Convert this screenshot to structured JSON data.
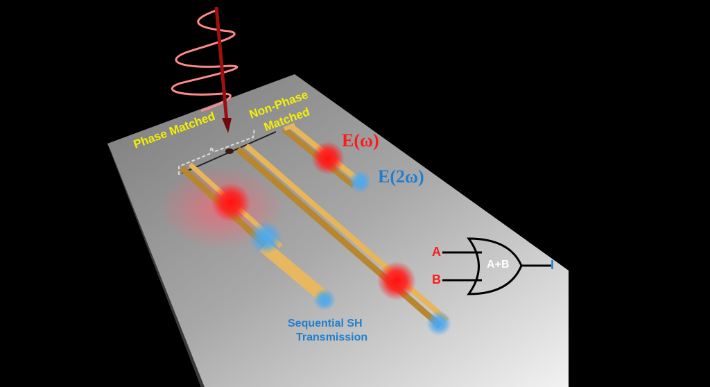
{
  "labels": {
    "phase_matched": "Phase Matched",
    "non_phase_line1": "Non-Phase",
    "non_phase_line2": "Matched",
    "e_omega": "E(ω)",
    "e_2omega": "E(2ω)",
    "sequential_line1": "Sequential SH",
    "sequential_line2": "Transmission"
  },
  "logic_gate": {
    "input_a": "A",
    "input_b": "B",
    "expression": "A+B",
    "output": "I"
  },
  "colors": {
    "fundamental": "#ff1a1a",
    "second_harmonic": "#1e7fd0",
    "annotation": "#f5f000",
    "gold": "#e0b050"
  }
}
